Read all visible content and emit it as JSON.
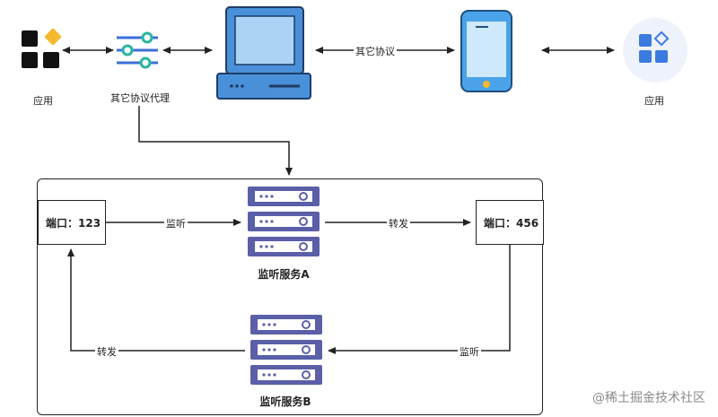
{
  "top": {
    "app_left_label": "应用",
    "proxy_label": "其它协议代理",
    "link_label": "其它协议",
    "app_right_label": "应用"
  },
  "monitor": {
    "port_left": "端口：123",
    "port_right": "端口：456",
    "listen_top": "监听",
    "forward_top": "转发",
    "forward_bottom": "转发",
    "listen_bottom": "监听",
    "service_a": "监听服务A",
    "service_b": "监听服务B"
  },
  "watermark": "@稀土掘金技术社区",
  "colors": {
    "server_purple": "#5a5fa8",
    "computer_blue": "#4a90d9",
    "phone_blue": "#4aa3e8",
    "proxy_teal": "#2bb5a0",
    "app_black": "#111111",
    "app_yellow": "#f5b82e",
    "app_blue": "#3b7be0"
  }
}
